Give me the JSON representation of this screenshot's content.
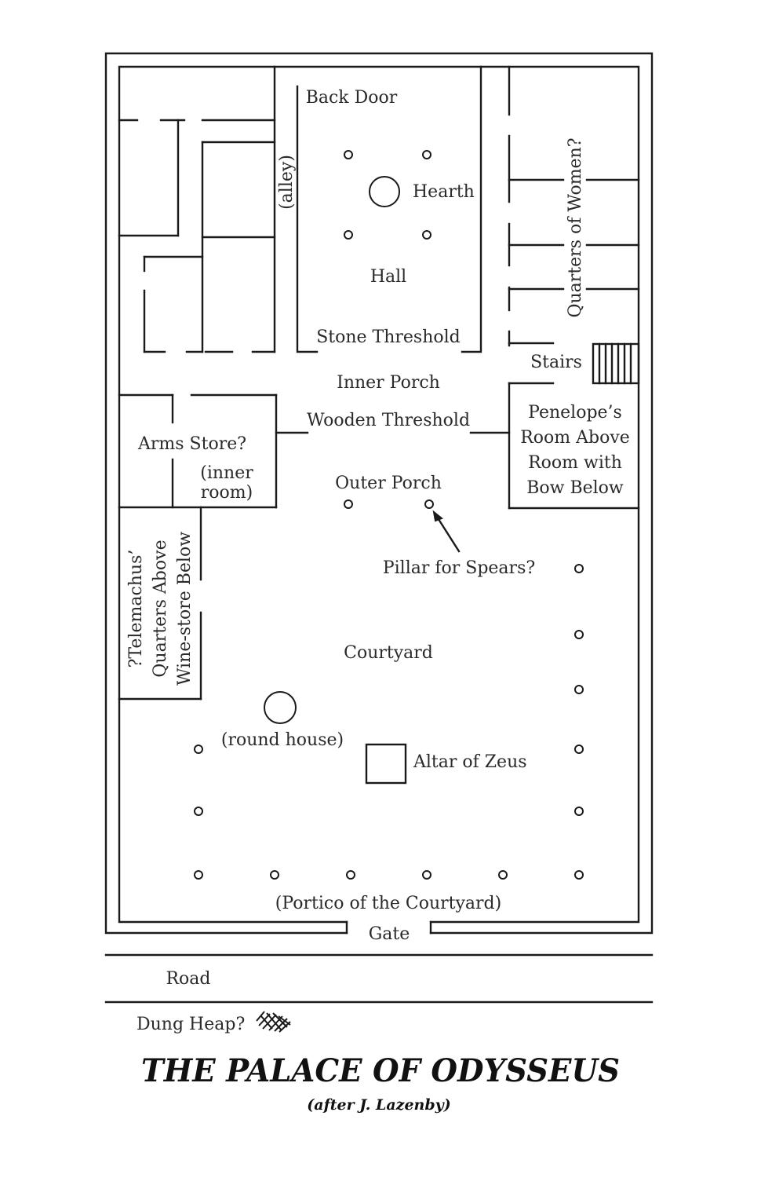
{
  "labels": {
    "back_door": "Back Door",
    "alley": "(alley)",
    "hearth": "Hearth",
    "hall": "Hall",
    "stone_threshold": "Stone Threshold",
    "quarters_of_women": "Quarters of Women?",
    "stairs": "Stairs",
    "inner_porch": "Inner Porch",
    "wooden_threshold": "Wooden Threshold",
    "penelope_room": [
      "Penelope’s",
      "Room Above",
      "Room with",
      "Bow Below"
    ],
    "arms_store": "Arms Store?",
    "inner_room": [
      "(inner",
      "room)"
    ],
    "outer_porch": "Outer Porch",
    "pillar_for_spears": "Pillar for Spears?",
    "telemachus": [
      "?Telemachus’",
      "Quarters Above",
      "Wine-store Below"
    ],
    "courtyard": "Courtyard",
    "round_house": "(round house)",
    "altar_of_zeus": "Altar of Zeus",
    "portico": "(Portico of the Courtyard)",
    "gate": "Gate",
    "road": "Road",
    "dung_heap": "Dung Heap?"
  },
  "title": "THE PALACE OF ODYSSEUS",
  "subtitle": "(after J. Lazenby)",
  "icons": {
    "dung_heap": "hatched-scribble-icon",
    "pillar_pointer": "arrow-icon"
  },
  "colors": {
    "ink": "#1a1a1a",
    "paper": "#ffffff"
  }
}
